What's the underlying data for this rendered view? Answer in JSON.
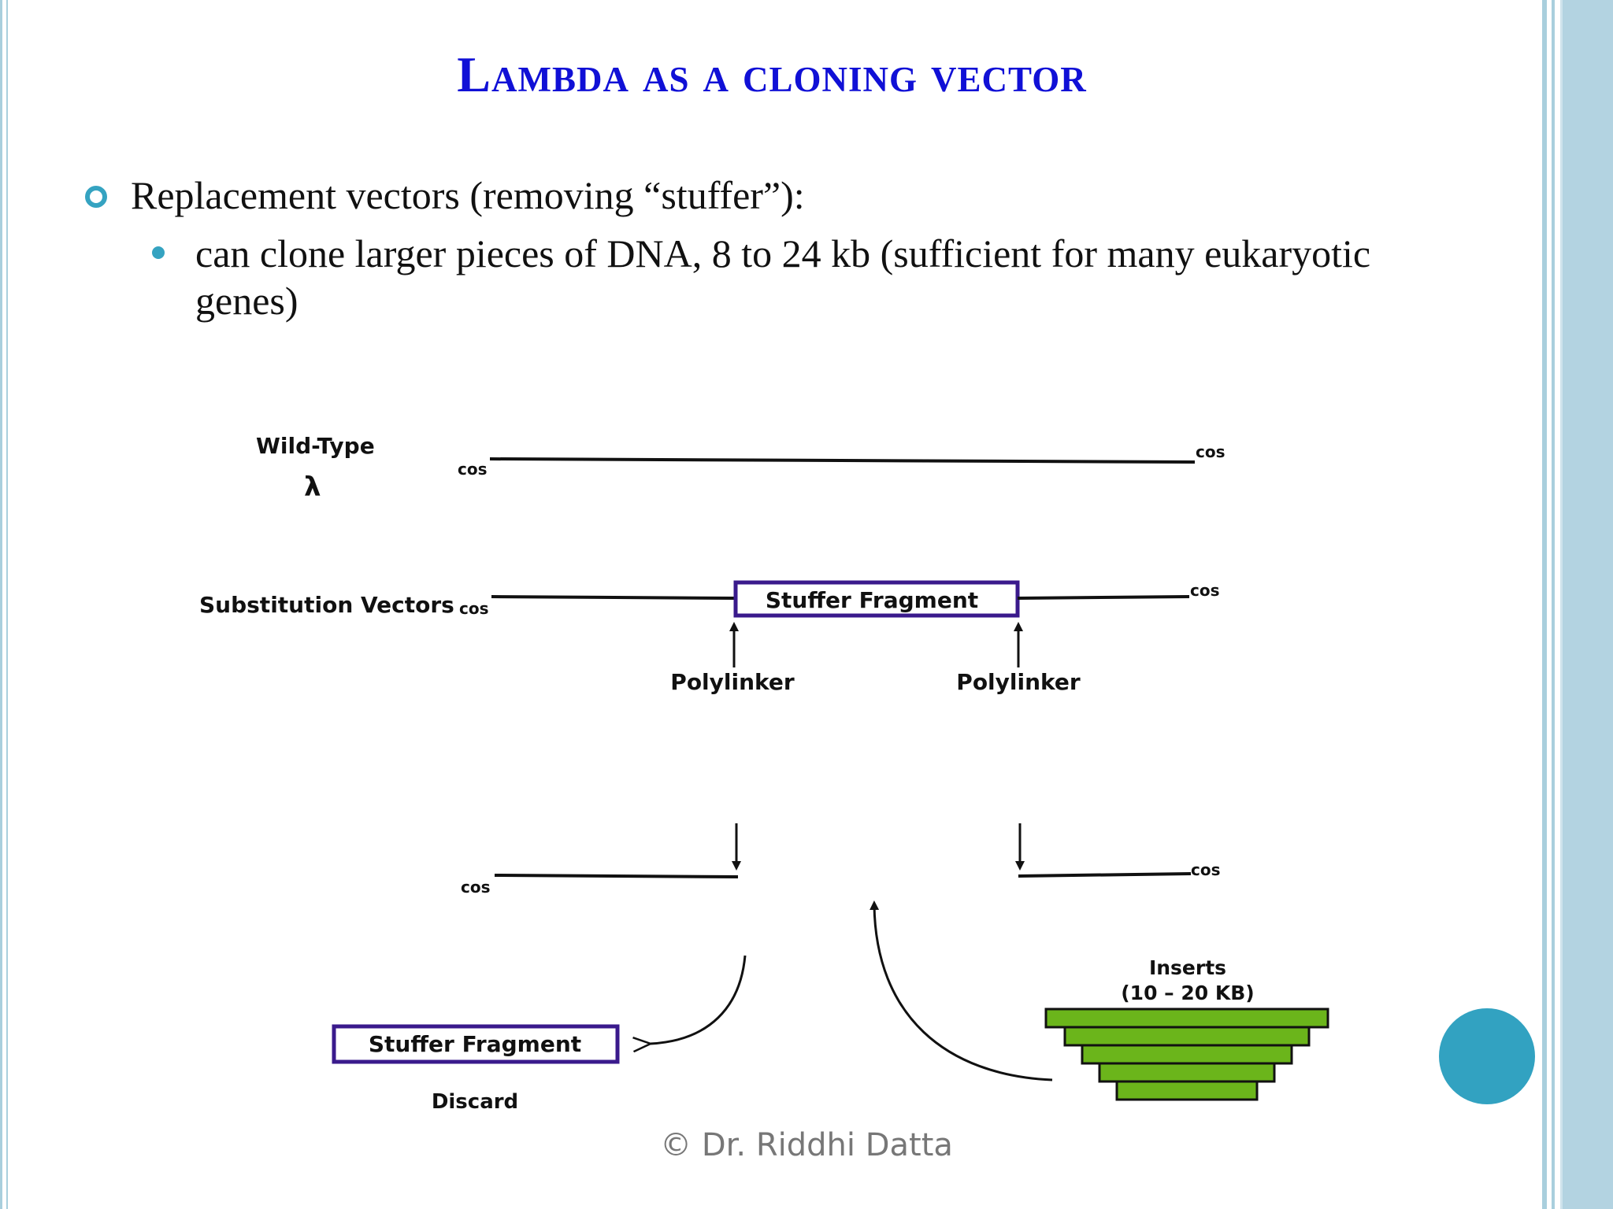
{
  "slide": {
    "title": "Lambda as a cloning  vector",
    "bullet_1": "Replacement vectors (removing “stuffer”):",
    "bullet_2": "can clone larger pieces of DNA, 8 to 24 kb (sufficient for many eukaryotic genes)",
    "footer": "© Dr. Riddhi Datta"
  },
  "diagram": {
    "wild_type_label": "Wild-Type",
    "lambda_symbol": "λ",
    "substitution_label": "Substitution Vectors",
    "cos": "cos",
    "stuffer_fragment": "Stuffer Fragment",
    "polylinker": "Polylinker",
    "discard": "Discard",
    "inserts_label": "Inserts",
    "inserts_size": "(10 – 20 KB)"
  },
  "colors": {
    "title": "#1010d6",
    "accent": "#35a3c1",
    "stuffer_border": "#3a1a8c",
    "insert_fill": "#6bb51b"
  }
}
